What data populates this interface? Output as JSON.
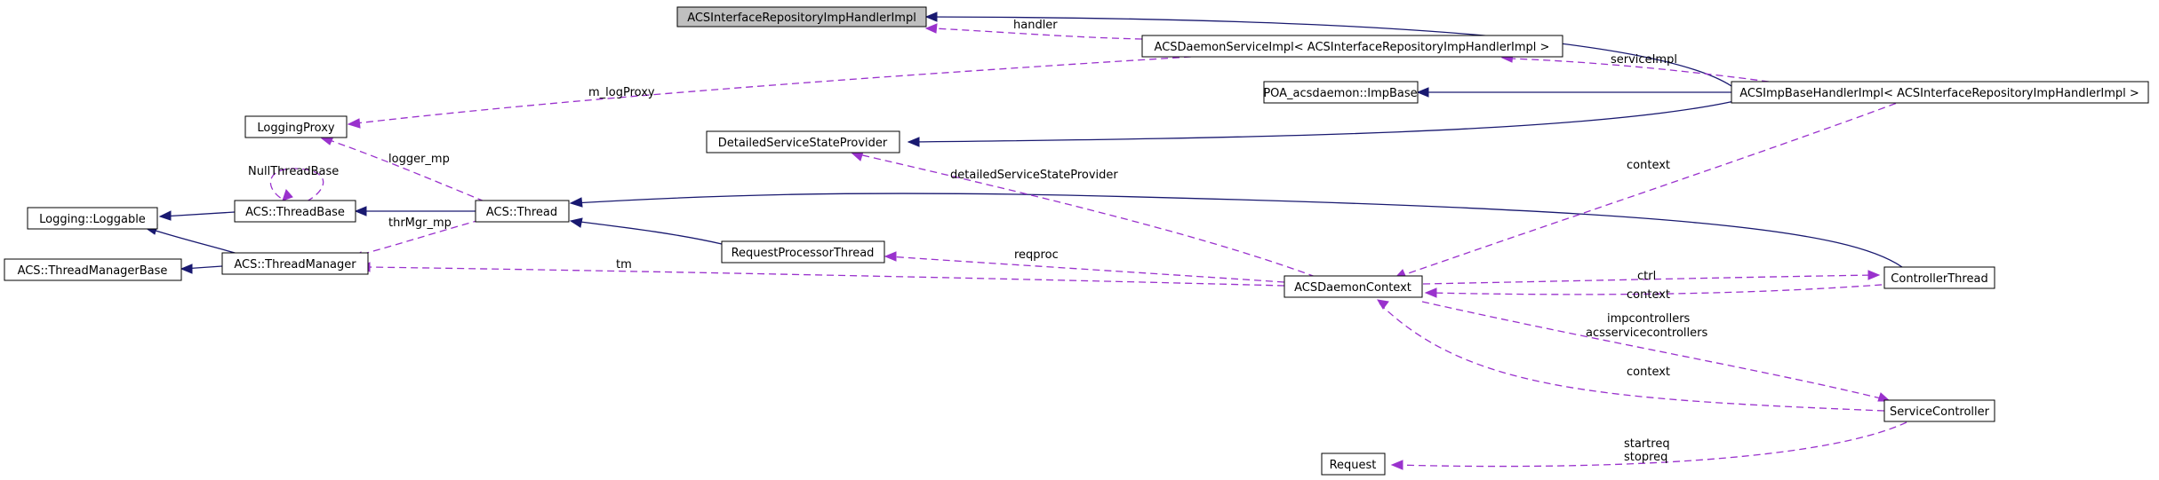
{
  "nodes": {
    "acs_interface_repository_imp_handler_impl": "ACSInterfaceRepositoryImpHandlerImpl",
    "acs_daemon_service_impl": "ACSDaemonServiceImpl< ACSInterfaceRepositoryImpHandlerImpl >",
    "poa_acsdaemon_impbase": "POA_acsdaemon::ImpBase",
    "acs_imp_base_handler_impl": "ACSImpBaseHandlerImpl< ACSInterfaceRepositoryImpHandlerImpl >",
    "logging_proxy": "LoggingProxy",
    "detailed_service_state_provider": "DetailedServiceStateProvider",
    "logging_loggable": "Logging::Loggable",
    "acs_thread_base": "ACS::ThreadBase",
    "acs_thread": "ACS::Thread",
    "acs_thread_manager_base": "ACS::ThreadManagerBase",
    "acs_thread_manager": "ACS::ThreadManager",
    "request_processor_thread": "RequestProcessorThread",
    "acs_daemon_context": "ACSDaemonContext",
    "controller_thread": "ControllerThread",
    "service_controller": "ServiceController",
    "request": "Request"
  },
  "edge_labels": {
    "handler": "handler",
    "service_impl": "serviceImpl",
    "m_log_proxy": "m_logProxy",
    "logger_mp": "logger_mp",
    "null_thread_base": "NullThreadBase",
    "thr_mgr_mp": "thrMgr_mp",
    "detailed_service_state_provider": "detailedServiceStateProvider",
    "context_top": "context",
    "reqproc": "reqproc",
    "tm": "tm",
    "ctrl": "ctrl",
    "context_ctrl": "context",
    "impcontrollers": "impcontrollers",
    "acsservicecontrollers": "acsservicecontrollers",
    "context_sc": "context",
    "startreq": "startreq",
    "stopreq": "stopreq"
  },
  "colors": {
    "inheritance": "#191970",
    "usage": "#9a32cd",
    "highlight_fill": "#bfbfbf"
  }
}
